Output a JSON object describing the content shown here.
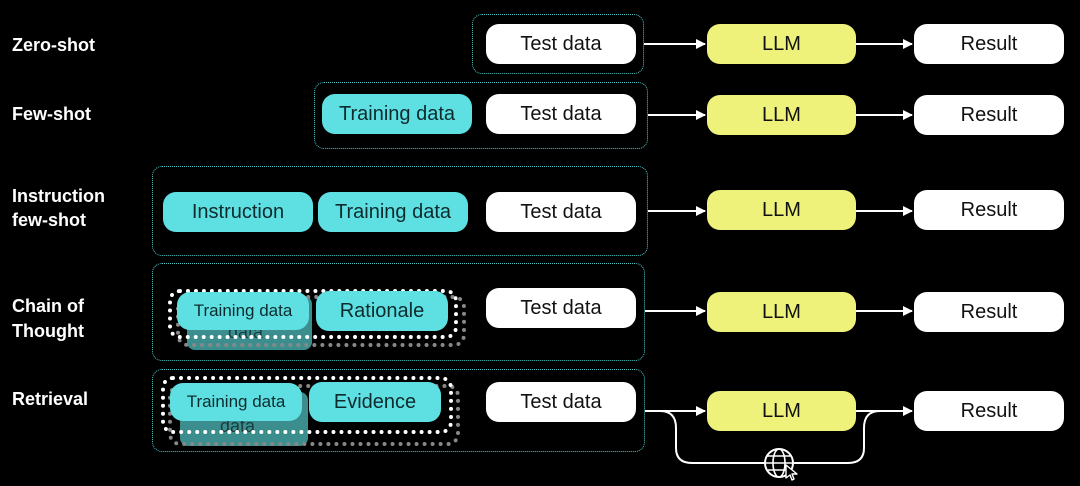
{
  "rows": {
    "zero_shot": {
      "label": "Zero-shot",
      "test": "Test data",
      "llm": "LLM",
      "result": "Result"
    },
    "few_shot": {
      "label": "Few-shot",
      "training": "Training data",
      "test": "Test data",
      "llm": "LLM",
      "result": "Result"
    },
    "instruction": {
      "label_1": "Instruction",
      "label_2": "few-shot",
      "instruction": "Instruction",
      "training": "Training data",
      "test": "Test data",
      "llm": "LLM",
      "result": "Result"
    },
    "cot": {
      "label_1": "Chain of",
      "label_2": "Thought",
      "training": "Training data",
      "ghost": "data",
      "rationale": "Rationale",
      "test": "Test data",
      "llm": "LLM",
      "result": "Result"
    },
    "retrieval": {
      "label": "Retrieval",
      "training": "Training data",
      "ghost": "data",
      "evidence": "Evidence",
      "test": "Test data",
      "llm": "LLM",
      "result": "Result"
    }
  },
  "icons": {
    "globe": "globe-cursor-icon"
  },
  "colors": {
    "background": "#000000",
    "cyan": "#5ee0e3",
    "yellow": "#eef27a",
    "white": "#ffffff",
    "frame": "#4ec9c9"
  }
}
